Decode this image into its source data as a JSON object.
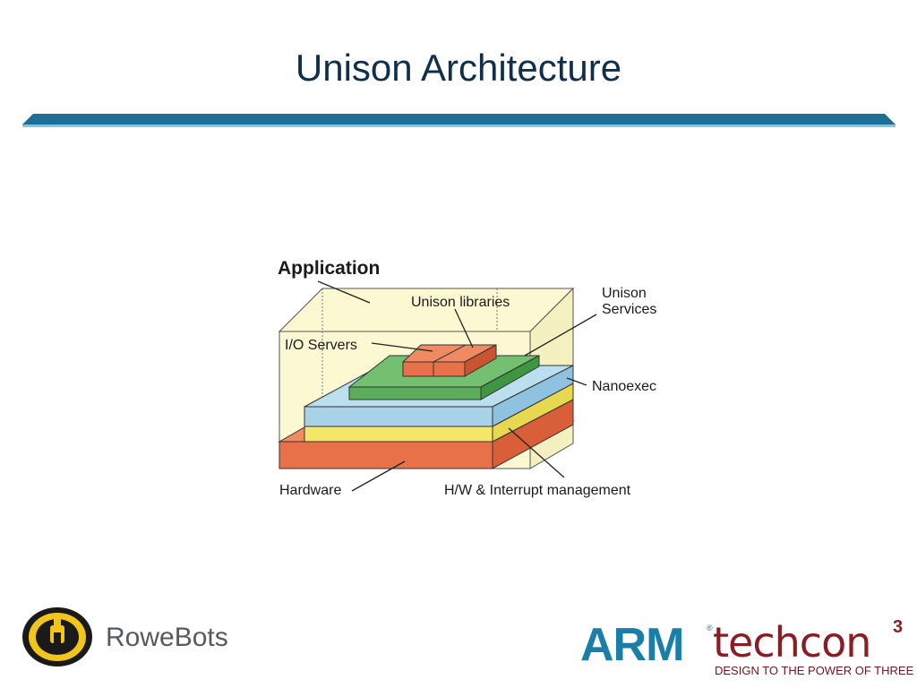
{
  "slide": {
    "title": "Unison Architecture"
  },
  "diagram": {
    "heading": "Application",
    "labels": {
      "unison_libraries": "Unison libraries",
      "unison_services_line1": "Unison",
      "unison_services_line2": "Services",
      "io_servers": "I/O Servers",
      "nanoexec": "Nanoexec",
      "hardware": "Hardware",
      "hw_interrupt": "H/W & Interrupt management"
    },
    "colors": {
      "application": "#fbf8d2",
      "libraries": "#e8714a",
      "services": "#5caf5a",
      "nanoexec": "#a8d2e8",
      "interrupt": "#f4e66a",
      "hardware": "#e8714a"
    }
  },
  "footer": {
    "left_logo_text": "RoweBots",
    "right_logo": {
      "arm": "ARM",
      "reg": "®",
      "techcon": "techcon",
      "sup": "3",
      "tagline": "DESIGN TO THE POWER OF THREE"
    }
  }
}
